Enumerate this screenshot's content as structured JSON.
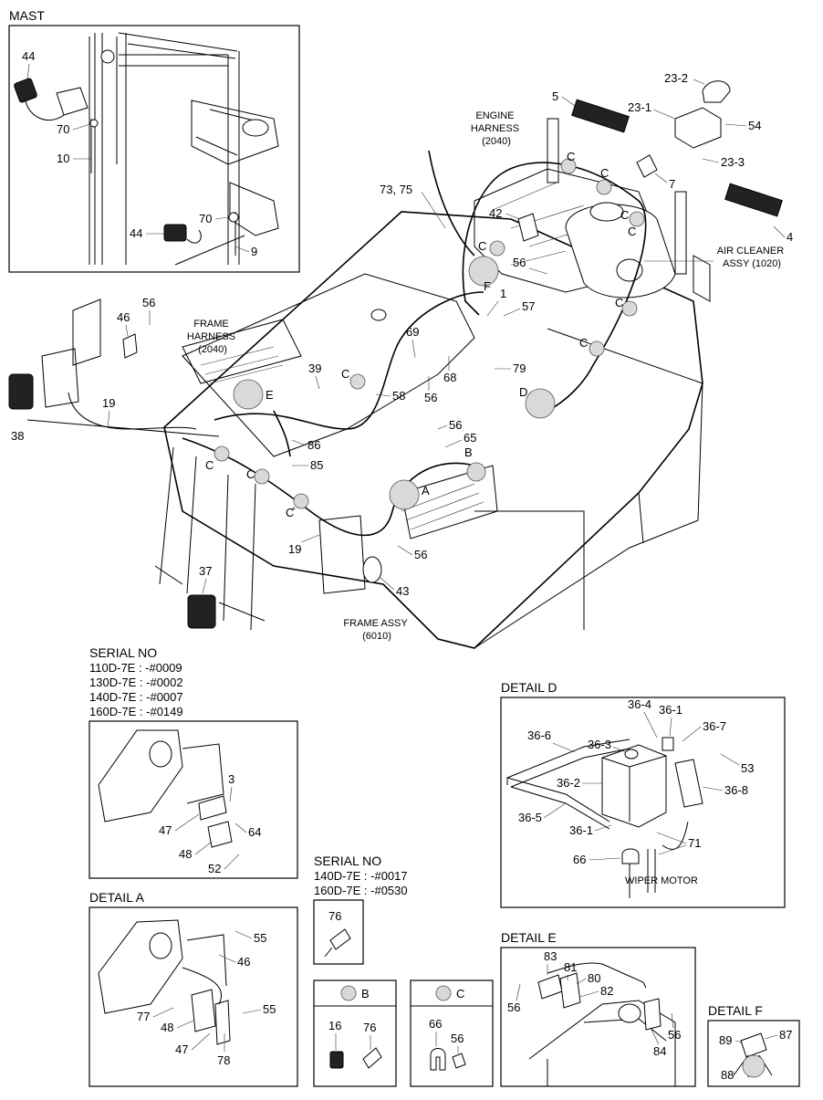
{
  "sections": {
    "mast": "MAST",
    "serial_a_title": "SERIAL NO",
    "serial_a_lines": [
      "110D-7E : -#0009",
      "130D-7E : -#0002",
      "140D-7E : -#0007",
      "160D-7E : -#0149"
    ],
    "serial_b_title": "SERIAL NO",
    "serial_b_lines": [
      "140D-7E : -#0017",
      "160D-7E : -#0530"
    ],
    "detail_a": "DETAIL A",
    "detail_d": "DETAIL D",
    "detail_e": "DETAIL E",
    "detail_f": "DETAIL F",
    "box_b": "B",
    "box_c": "C"
  },
  "names": {
    "engine_harness": [
      "ENGINE",
      "HARNESS",
      "(2040)"
    ],
    "frame_harness": [
      "FRAME",
      "HARNESS",
      "(2040)"
    ],
    "frame_assy": [
      "FRAME ASSY",
      "(6010)"
    ],
    "air_cleaner": [
      "AIR CLEANER",
      "ASSY (1020)"
    ],
    "wiper_motor": "WIPER MOTOR"
  },
  "callouts": {
    "mast": [
      "44",
      "70",
      "10",
      "70",
      "44",
      "9"
    ],
    "main": [
      "5",
      "23-2",
      "23-1",
      "54",
      "23-3",
      "7",
      "4",
      "73, 75",
      "42",
      "56",
      "1",
      "57",
      "56",
      "46",
      "69",
      "68",
      "79",
      "39",
      "58",
      "56",
      "56",
      "65",
      "19",
      "86",
      "85",
      "38",
      "37",
      "19",
      "56",
      "43"
    ],
    "letters": [
      "C",
      "C",
      "C",
      "C",
      "C",
      "C",
      "C",
      "C",
      "C",
      "C",
      "C",
      "F",
      "E",
      "D",
      "A",
      "B"
    ],
    "serial_a": [
      "3",
      "47",
      "64",
      "48",
      "52"
    ],
    "serial_b": [
      "76"
    ],
    "detail_a": [
      "55",
      "46",
      "77",
      "48",
      "55",
      "47",
      "78"
    ],
    "box_b": [
      "16",
      "76"
    ],
    "box_c": [
      "66",
      "56"
    ],
    "detail_d": [
      "36-4",
      "36-1",
      "36-6",
      "36-3",
      "36-7",
      "53",
      "36-2",
      "36-8",
      "36-5",
      "36-1",
      "71",
      "66"
    ],
    "detail_e": [
      "83",
      "81",
      "80",
      "82",
      "56",
      "56",
      "84"
    ],
    "detail_f": [
      "89",
      "87",
      "88"
    ]
  }
}
